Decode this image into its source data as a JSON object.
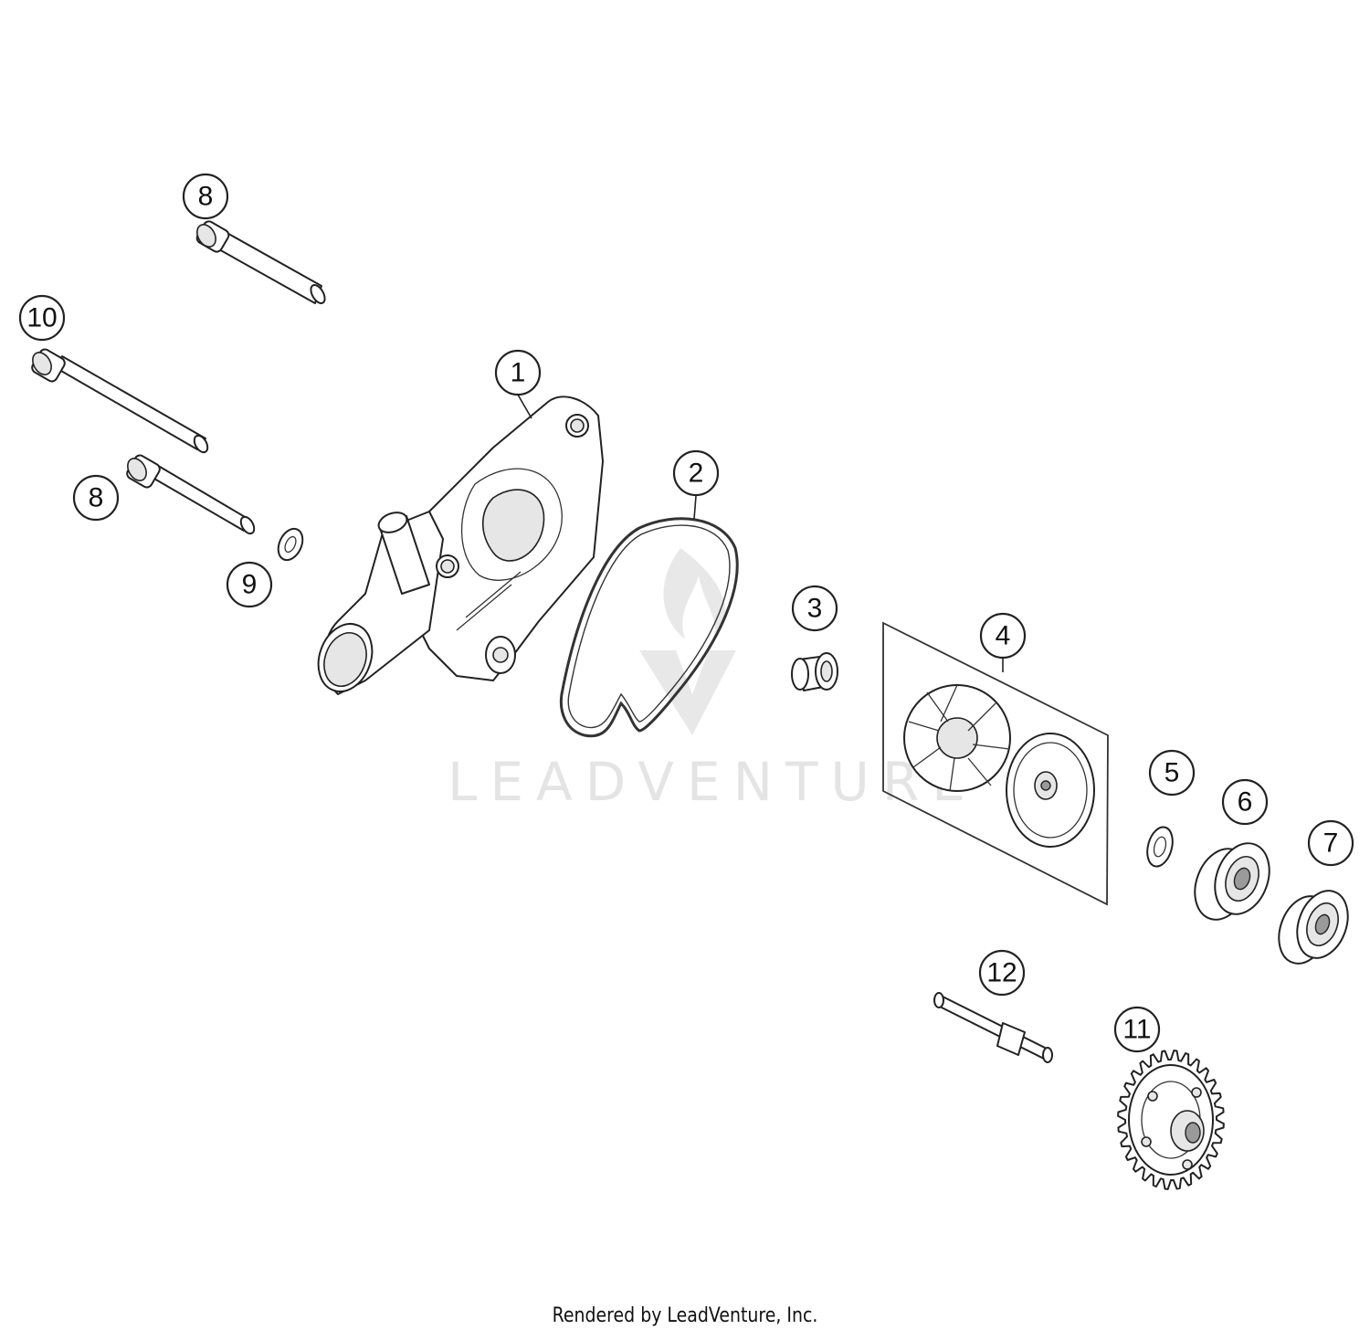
{
  "diagram": {
    "watermark_text": "LEADVENTURE",
    "footer_text": "Rendered by LeadVenture, Inc.",
    "callouts": {
      "c1": "1",
      "c2": "2",
      "c3": "3",
      "c4": "4",
      "c5": "5",
      "c6": "6",
      "c7": "7",
      "c8a": "8",
      "c8b": "8",
      "c9": "9",
      "c10": "10",
      "c11": "11",
      "c12": "12"
    }
  }
}
